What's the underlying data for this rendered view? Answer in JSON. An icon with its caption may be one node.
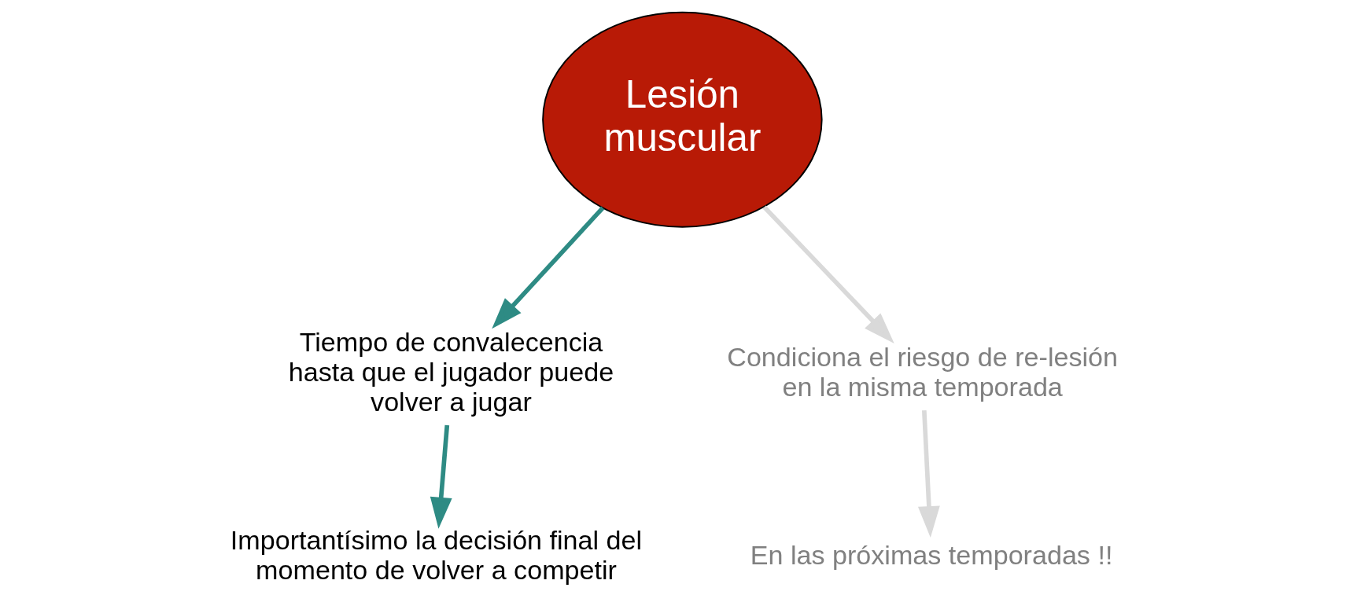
{
  "diagram": {
    "nodes": [
      {
        "text": [
          "Lesión muscular"
        ]
      },
      {
        "text": [
          "Tiempo de convalecencia hasta que el jugador puede volver a jugar"
        ]
      },
      {
        "text": [
          "Condiciona el riesgo de re-lesión en la misma temporada"
        ]
      },
      {
        "text": [
          "Importantísimo la decisión final del momento de volver a competir"
        ]
      },
      {
        "text": [
          "En las próximas temporadas !!"
        ]
      }
    ],
    "edges": [
      {
        "from": 0,
        "to": 1,
        "arrow": "to",
        "color": "#2e8b84"
      },
      {
        "from": 0,
        "to": 2,
        "arrow": "to",
        "color": "#d9d9d9"
      },
      {
        "from": 1,
        "to": 3,
        "arrow": "to",
        "color": "#2e8b84"
      },
      {
        "from": 2,
        "to": 4,
        "arrow": "to",
        "color": "#d9d9d9"
      }
    ]
  }
}
